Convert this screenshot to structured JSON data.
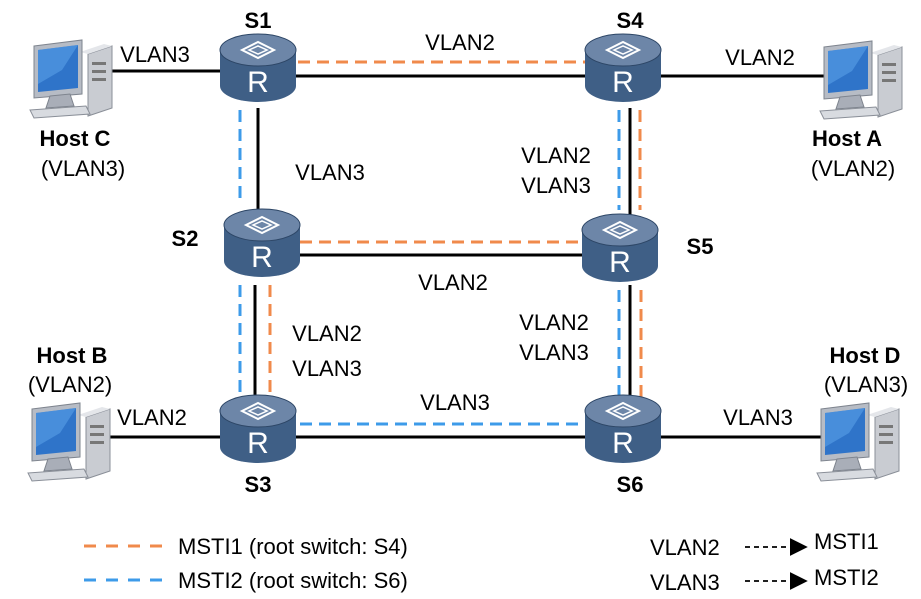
{
  "colors": {
    "mst1": "#f08a4b",
    "mst2": "#3d9be9",
    "link": "#000000",
    "router_top": "#6d86a8",
    "router_body": "#3f5f86"
  },
  "switches": {
    "s1": {
      "name": "S1"
    },
    "s2": {
      "name": "S2"
    },
    "s3": {
      "name": "S3"
    },
    "s4": {
      "name": "S4"
    },
    "s5": {
      "name": "S5"
    },
    "s6": {
      "name": "S6"
    },
    "router_glyph": "R"
  },
  "hosts": {
    "c": {
      "name": "Host C",
      "vlan": "(VLAN3)"
    },
    "a": {
      "name": "Host A",
      "vlan": "(VLAN2)"
    },
    "b": {
      "name": "Host B",
      "vlan": "(VLAN2)"
    },
    "d": {
      "name": "Host D",
      "vlan": "(VLAN3)"
    }
  },
  "links": {
    "hostc_s1": "VLAN3",
    "s1_s4": "VLAN2",
    "s4_hosta": "VLAN2",
    "s1_s2": "VLAN3",
    "s4_s5_a": "VLAN2",
    "s4_s5_b": "VLAN3",
    "s2_s5": "VLAN2",
    "s2_s3_a": "VLAN2",
    "s2_s3_b": "VLAN3",
    "s5_s6_a": "VLAN2",
    "s5_s6_b": "VLAN3",
    "hostb_s3": "VLAN2",
    "s3_s6": "VLAN3",
    "s6_hostd": "VLAN3"
  },
  "legend": {
    "mst1": "MSTI1 (root switch: S4)",
    "mst2": "MSTI2 (root switch: S6)",
    "map1_vlan": "VLAN2",
    "map1_inst": "MSTI1",
    "map2_vlan": "VLAN3",
    "map2_inst": "MSTI2"
  }
}
